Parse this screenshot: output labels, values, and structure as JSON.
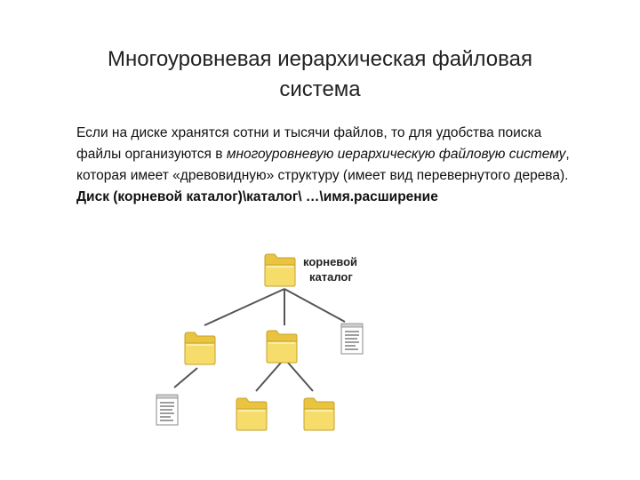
{
  "title": {
    "line1": "Многоуровневая иерархическая файловая",
    "line2": "система"
  },
  "body": {
    "p1_part1": "Если на диске хранятся сотни и тысячи файлов, то для удобства поиска файлы организуются в ",
    "p1_em": "многоуровневую иерархическую файловую систему",
    "p1_part2": ", которая имеет «древовидную» структуру (имеет вид перевернутого дерева).",
    "path": "Диск (корневой каталог)\\каталог\\ …\\имя.расширение"
  },
  "diagram": {
    "root_label_line1": "корневой",
    "root_label_line2": "каталог",
    "colors": {
      "folder_fill": "#f3d65a",
      "folder_edge": "#c9a227",
      "line": "#555555",
      "file_line": "#6a6a6a"
    },
    "icons": [
      "folder-icon",
      "file-icon"
    ]
  }
}
